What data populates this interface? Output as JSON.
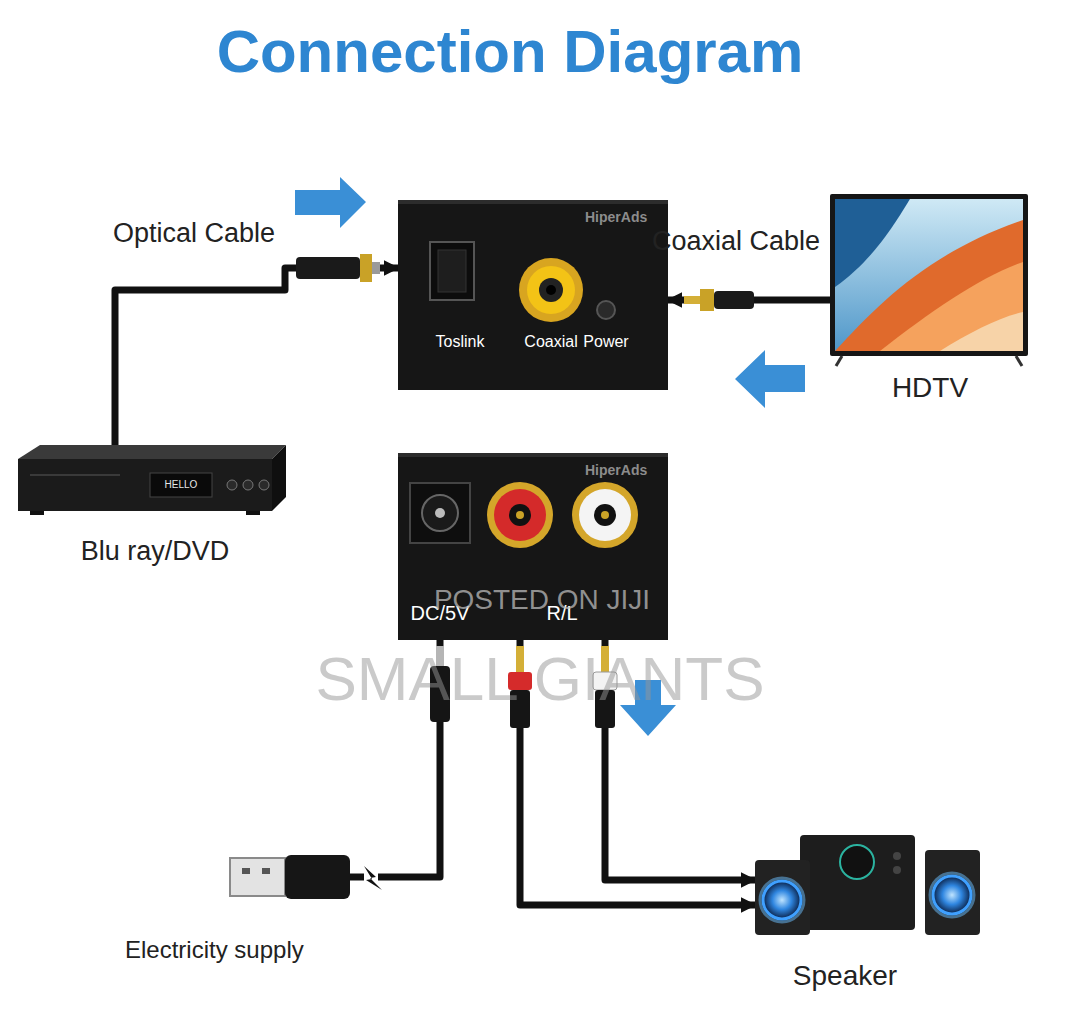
{
  "diagram": {
    "title": "Connection Diagram",
    "nodes": [
      {
        "text": [
          "HiperAds",
          "Toslink",
          "Coaxial",
          "Power"
        ]
      },
      {
        "text": [
          "HDTV"
        ]
      },
      {
        "text": [
          "Blu ray/DVD"
        ]
      },
      {
        "text": [
          "HiperAds",
          "DC/5V",
          "R/L"
        ]
      },
      {
        "text": [
          "Electricity supply"
        ]
      },
      {
        "text": [
          "Speaker"
        ]
      }
    ],
    "edges": [
      {
        "from": 2,
        "to": 0,
        "label": "Optical Cable",
        "arrow": "to"
      },
      {
        "from": 1,
        "to": 0,
        "label": "Coaxial Cable",
        "arrow": "to"
      },
      {
        "from": 4,
        "to": 3,
        "arrow": "none"
      },
      {
        "from": 3,
        "to": 5,
        "arrow": "to"
      }
    ],
    "labels": [
      "HELLO",
      "POSTED ON JIJI",
      "SMALL GIANTS"
    ]
  }
}
